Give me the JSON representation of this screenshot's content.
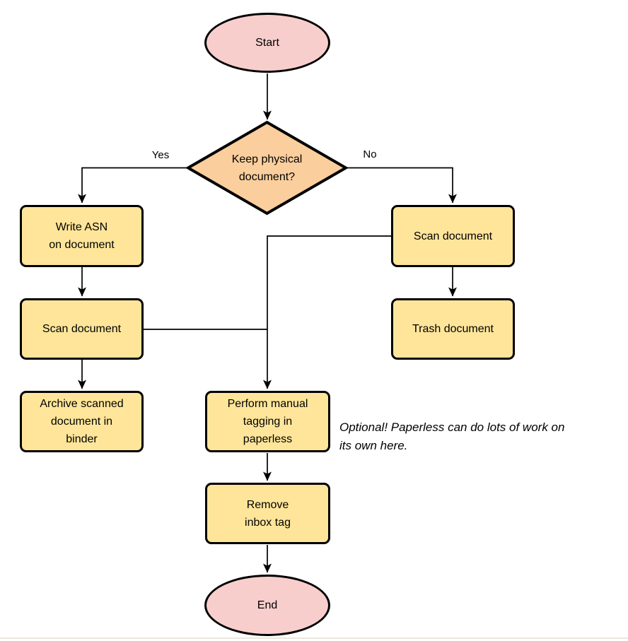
{
  "diagram": {
    "nodes": {
      "start": {
        "label": "Start",
        "type": "terminal"
      },
      "decision": {
        "label": "Keep physical\ndocument?",
        "type": "decision"
      },
      "write_asn": {
        "label": "Write ASN\non document",
        "type": "process"
      },
      "scan_left": {
        "label": "Scan document",
        "type": "process"
      },
      "archive": {
        "label": "Archive scanned\ndocument in\nbinder",
        "type": "process"
      },
      "scan_right": {
        "label": "Scan document",
        "type": "process"
      },
      "trash": {
        "label": "Trash document",
        "type": "process"
      },
      "tagging": {
        "label": "Perform manual\ntagging in\npaperless",
        "type": "process"
      },
      "remove_inbox": {
        "label": "Remove\ninbox tag",
        "type": "process"
      },
      "end": {
        "label": "End",
        "type": "terminal"
      }
    },
    "edge_labels": {
      "yes": "Yes",
      "no": "No"
    },
    "annotation": "Optional! Paperless can do lots of work on\nits own here.",
    "colors": {
      "terminal_fill": "#f8cecc",
      "process_fill": "#ffe59a",
      "decision_fill": "#fbce9d",
      "stroke": "#000000",
      "background": "#ffffff"
    }
  }
}
